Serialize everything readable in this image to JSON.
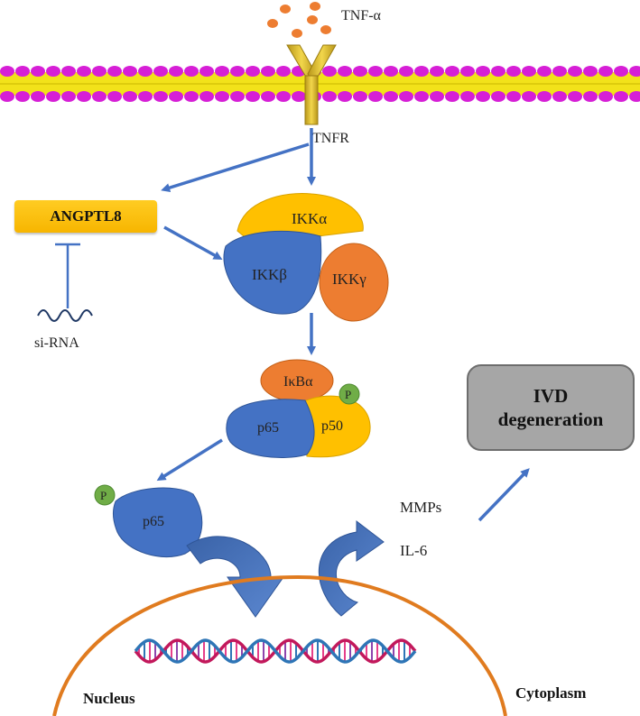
{
  "ligand": {
    "label": "TNF-α"
  },
  "receptor": {
    "label": "TNFR"
  },
  "angptl8": {
    "label": "ANGPTL8"
  },
  "sirna": {
    "label": "si-RNA"
  },
  "ikk": {
    "alpha": "IKKα",
    "beta": "IKKβ",
    "gamma": "IKKγ"
  },
  "nfkb": {
    "ikba": "IκBα",
    "p65": "p65",
    "p50": "p50",
    "phospho": "P"
  },
  "nuclear_p65": {
    "label": "p65",
    "phospho": "P"
  },
  "targets": {
    "mmps": "MMPs",
    "il6": "IL-6"
  },
  "outcome": {
    "line1": "IVD",
    "line2": "degeneration"
  },
  "compartments": {
    "nucleus": "Nucleus",
    "cytoplasm": "Cytoplasm"
  },
  "colors": {
    "arrow": "#4472c4",
    "membrane_head": "#d61fd6",
    "membrane_tail": "#f2e21a",
    "tnf": "#ed7d31",
    "ikk_alpha": "#ffc000",
    "ikk_beta": "#4472c4",
    "ikk_gamma": "#ed7d31",
    "phospho": "#70ad47",
    "nucleus_edge": "#e07b1f"
  }
}
